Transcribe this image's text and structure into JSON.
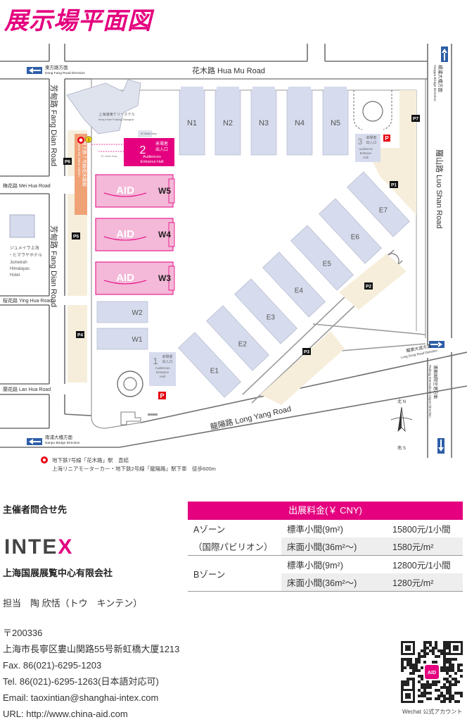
{
  "title": "展示場平面図",
  "map": {
    "roads": {
      "huamu": "花木路 Hua Mu Road",
      "fangdian_top": "芳甸路 Fang Dian Road",
      "fangdian_mid": "芳甸路 Fang Dian Road",
      "luoshan": "羅山路 Luo Shan Road",
      "longyang": "龍陽路 Long Yang Road",
      "meihua": "梅花路 Mei Hua Road",
      "yinghua": "桜花路 Ying Hua Road",
      "lanhua": "蘭花路 Lan Hua Road"
    },
    "directions": {
      "dongfang_jp": "東方路方面",
      "dongfang_en": "Dong Fang Road Direction",
      "nanpu_jp": "南浦大橋方面",
      "nanpu_en": "Nanpu Bridge Direction",
      "yangpu_jp": "楊浦大橋方面",
      "yangpu_en": "Yangpu Bridge Direction",
      "longdong_jp": "龍東大道方面",
      "longdong_en": "Long Dong Road Direction",
      "pudong_jp": "浦東国際空港方面",
      "pudong_en": "Pudong International Airport Direction"
    },
    "halls_north": [
      "N1",
      "N2",
      "N3",
      "N4",
      "N5"
    ],
    "halls_west_aid": [
      "W5",
      "W4",
      "W3"
    ],
    "halls_west": [
      "W2",
      "W1"
    ],
    "halls_east": [
      "E7",
      "E6",
      "E5",
      "E4",
      "E3",
      "E2",
      "E1"
    ],
    "aid_logo": "AID",
    "parking": [
      "P1",
      "P2",
      "P3",
      "P4",
      "P5",
      "P6",
      "P7"
    ],
    "entrance2": {
      "num": "2",
      "jp1": "来場者",
      "jp2": "出入口",
      "en1": "Audiences",
      "en2": "Entrance Hall"
    },
    "entrance1": {
      "num": "1",
      "jp1": "来場者",
      "jp2": "出入口",
      "en1": "Audiences",
      "en2": "Entrance",
      "en3": "Hall"
    },
    "entrance3": {
      "num": "3",
      "jp1": "来場者",
      "jp2": "出入口",
      "en1": "Audiences",
      "en2": "Entrance",
      "en3": "Hall"
    },
    "kerry_jp": "上海浦東ケリーホテル",
    "kerry_en": "Kerry Hotel Pudong,Shanghai",
    "walkway": "W Walk Way",
    "walkway2": "S1 Walk Way",
    "jumeirah_jp1": "ジュメイラ上海",
    "jumeirah_jp2": "・ヒマラヤホテル",
    "jumeirah_en1": "Jumeirah",
    "jumeirah_en2": "Himalayas",
    "jumeirah_en3": "Hotel",
    "metro_station_jp": "地下鉄７号線花木路駅",
    "metro_station_en": "Huamu Rd. Metro Station",
    "metro_badge": "1",
    "compass_n": "北 N",
    "compass_s": "南 S",
    "note1": "地下鉄7号線「花木路」駅　直結",
    "note2": "上海リニアモーターカー・地下鉄2号線「龍陽路」駅下車　徒歩600m",
    "colors": {
      "hall": "#d6dbed",
      "aid": "#f4b8d8",
      "aid_border": "#e4007f",
      "parking_area": "#f7efdc",
      "road_edge": "#6b6b6b"
    }
  },
  "contact": {
    "heading": "主催者問合せ先",
    "logo": "INTEX",
    "company": "上海国展展覧中心有限会社",
    "person": "担当　陶 欣恬（トウ　キンテン）",
    "postal": "〒200336",
    "address": "上海市長寧区婁山関路55号新虹橋大厦1213",
    "fax": "Fax. 86(021)-6295-1203",
    "tel": "Tel.  86(021)-6295-1263(日本語対応可)",
    "email": "Email: taoxintian@shanghai-intex.com",
    "url": "URL: http://www.china-aid.com"
  },
  "fees": {
    "heading": "出展料金(￥ CNY)",
    "zone_a_1": "Aゾーン",
    "zone_a_2": "（国際パビリオン）",
    "zone_b": "Bゾーン",
    "rows": [
      {
        "item": "標準小間(9m²)",
        "price": "15800元/1小間"
      },
      {
        "item": "床面小間(36m²〜)",
        "price": "1580元/m²"
      },
      {
        "item": "標準小間(9m²)",
        "price": "12800元/1小間"
      },
      {
        "item": "床面小間(36m²〜)",
        "price": "1280元/m²"
      }
    ]
  },
  "qr_caption": "Wechat 公式アカウント",
  "qr_badge": "AID"
}
